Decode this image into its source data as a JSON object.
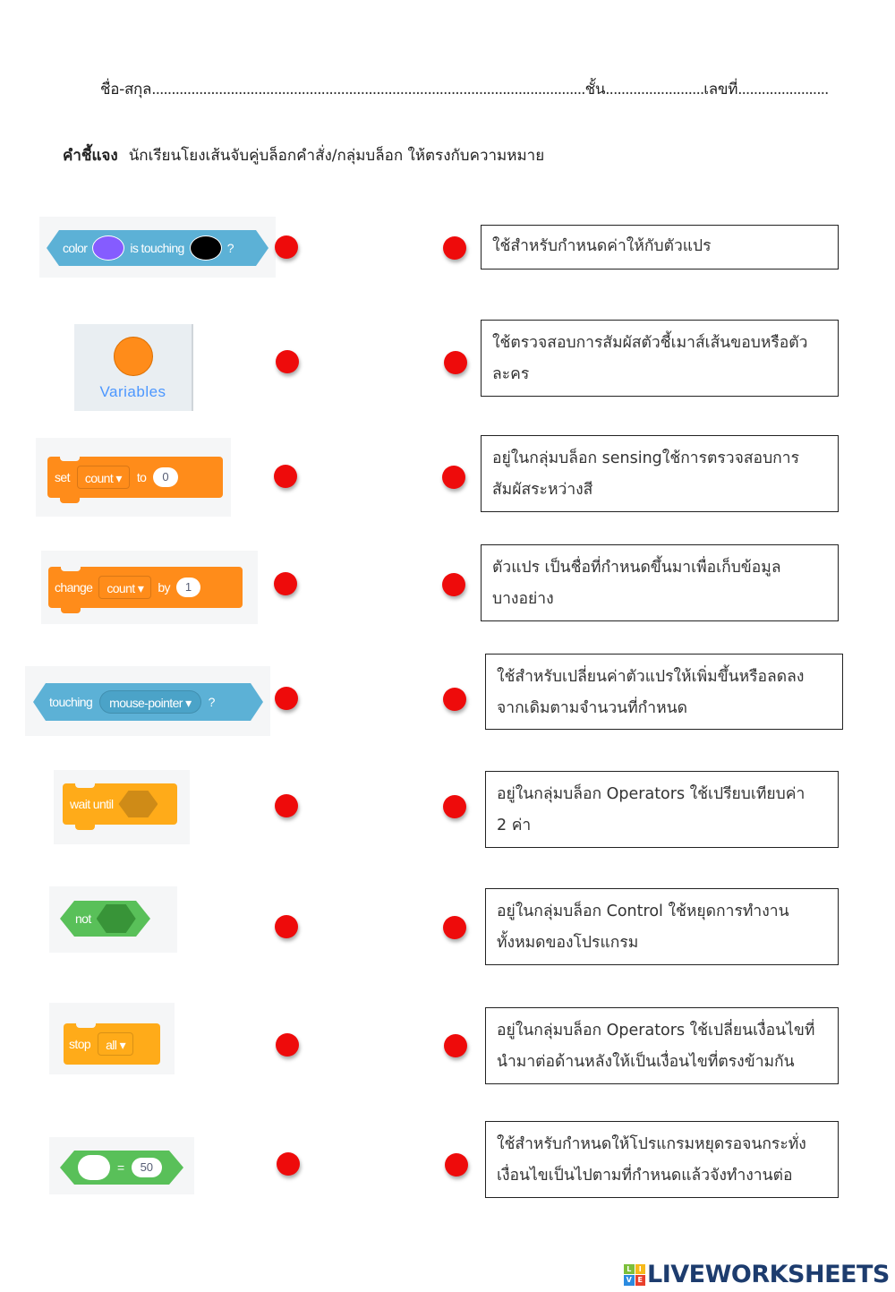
{
  "header": {
    "name_label": "ชื่อ-สกุล",
    "name_dots": "..............................................................................................................",
    "class_label": "ชั้น",
    "class_dots": ".........................",
    "number_label": "เลขที่",
    "number_dots": "......................."
  },
  "instruction": {
    "label": "คำชี้แจง",
    "text": "นักเรียนโยงเส้นจับคู่บล็อกคำสั่ง/กลุ่มบล็อก ให้ตรงกับความหมาย"
  },
  "blocks": [
    {
      "id": "color-is-touching",
      "category": "sensing",
      "color": "#5cb1d6",
      "parts": [
        "color",
        "is touching",
        "?"
      ],
      "color1": "#855cff",
      "color2": "#000000"
    },
    {
      "id": "variables-category",
      "category": "variables",
      "color": "#ff8c1a",
      "label": "Variables"
    },
    {
      "id": "set-variable",
      "category": "variables",
      "color": "#ff8c1a",
      "parts": [
        "set",
        "count",
        "to"
      ],
      "value": "0"
    },
    {
      "id": "change-variable",
      "category": "variables",
      "color": "#ff8c1a",
      "parts": [
        "change",
        "count",
        "by"
      ],
      "value": "1"
    },
    {
      "id": "touching",
      "category": "sensing",
      "color": "#5cb1d6",
      "parts": [
        "touching",
        "mouse-pointer",
        "?"
      ]
    },
    {
      "id": "wait-until",
      "category": "control",
      "color": "#ffab19",
      "parts": [
        "wait until"
      ]
    },
    {
      "id": "not",
      "category": "operators",
      "color": "#59c059",
      "parts": [
        "not"
      ]
    },
    {
      "id": "stop",
      "category": "control",
      "color": "#ffab19",
      "parts": [
        "stop",
        "all"
      ]
    },
    {
      "id": "equals",
      "category": "operators",
      "color": "#59c059",
      "parts": [
        "="
      ],
      "value": "50"
    }
  ],
  "descriptions": [
    {
      "line1": "ใช้สำหรับกำหนดค่าให้กับตัวแปร",
      "line2": ""
    },
    {
      "line1": "ใช้ตรวจสอบการสัมผัสตัวชี้เมาส์เส้นขอบหรือตัว",
      "line2": "ละคร"
    },
    {
      "line1": "อยู่ในกลุ่มบล็อก sensingใช้การตรวจสอบการ",
      "line2": "สัมผัสระหว่างสี"
    },
    {
      "line1": "ตัวแปร เป็นชื่อที่กำหนดขึ้นมาเพื่อเก็บข้อมูล",
      "line2": "บางอย่าง"
    },
    {
      "line1": "ใช้สำหรับเปลี่ยนค่าตัวแปรให้เพิ่มขึ้นหรือลดลง",
      "line2": "จากเดิมตามจำนวนที่กำหนด"
    },
    {
      "line1": "อยู่ในกลุ่มบล็อก Operators ใช้เปรียบเทียบค่า",
      "line2": "2 ค่า"
    },
    {
      "line1": "อยู่ในกลุ่มบล็อก Control ใช้หยุดการทำงาน",
      "line2": "ทั้งหมดของโปรแกรม"
    },
    {
      "line1": "อยู่ในกลุ่มบล็อก Operators ใช้เปลี่ยนเงื่อนไขที่",
      "line2": "นำมาต่อด้านหลังให้เป็นเงื่อนไขที่ตรงข้ามกัน"
    },
    {
      "line1": "ใช้สำหรับกำหนดให้โปรแกรมหยุดรอจนกระทั่ง",
      "line2": "เงื่อนไขเป็นไปตามที่กำหนดแล้วจังทำงานต่อ"
    }
  ],
  "colors": {
    "match_dot": "#ee0b0b",
    "sensing": "#5cb1d6",
    "variables": "#ff8c1a",
    "control": "#ffab19",
    "operators": "#59c059"
  },
  "brand": {
    "logo_letters": [
      "L",
      "I",
      "V",
      "E"
    ],
    "text": "LIVEWORKSHEETS"
  }
}
